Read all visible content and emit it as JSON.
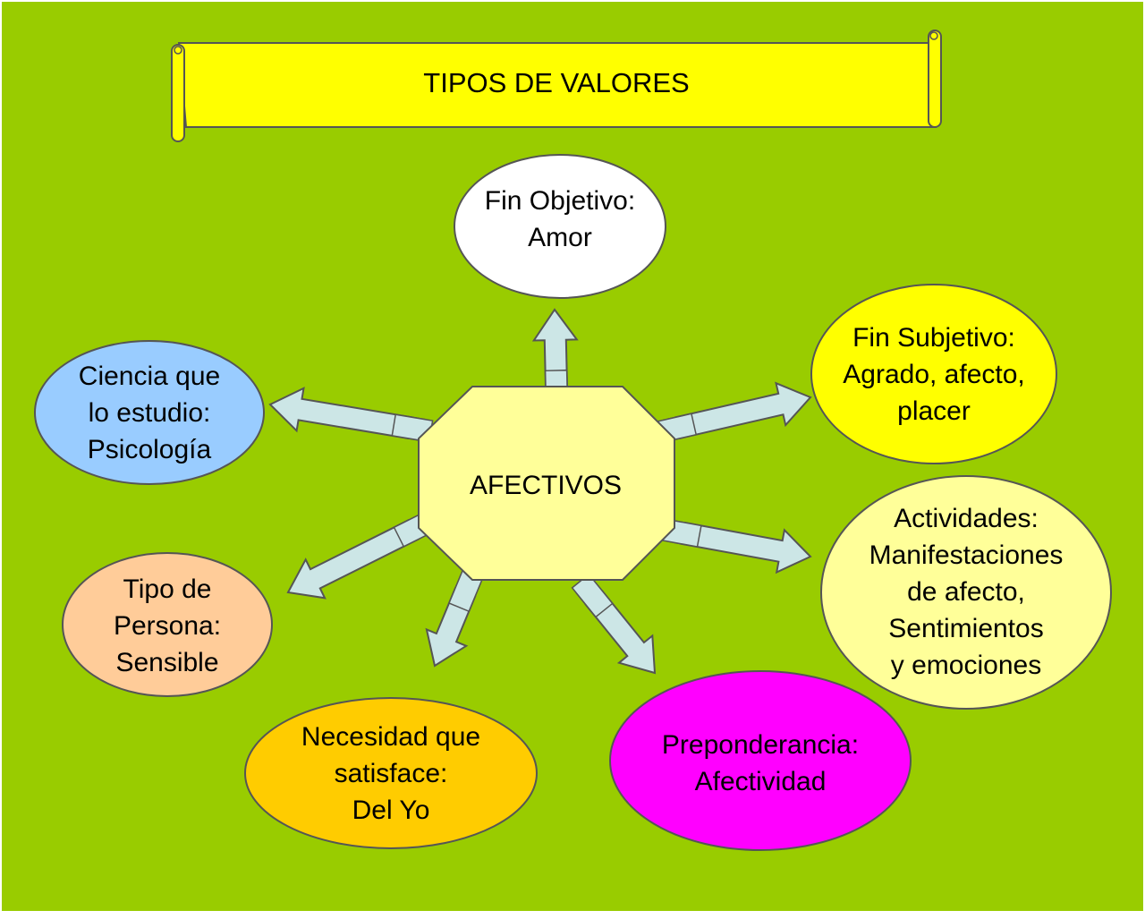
{
  "title": "TIPOS DE VALORES",
  "center": "AFECTIVOS",
  "nodes": {
    "fin_objetivo": [
      "Fin Objetivo:",
      "Amor"
    ],
    "fin_subjetivo": [
      "Fin Subjetivo:",
      "Agrado, afecto,",
      "placer"
    ],
    "ciencia": [
      "Ciencia que",
      "lo estudio:",
      "Psicología"
    ],
    "actividades": [
      "Actividades:",
      "Manifestaciones",
      "de afecto,",
      "Sentimientos",
      "y emociones"
    ],
    "tipo_persona": [
      "Tipo de",
      "Persona:",
      "Sensible"
    ],
    "necesidad": [
      "Necesidad que",
      "satisface:",
      "Del Yo"
    ],
    "preponderancia": [
      "Preponderancia:",
      "Afectividad"
    ]
  },
  "colors": {
    "background": "#99cc00",
    "banner": "#ffff00",
    "center": "#ffff99",
    "arrow": "#cce6e6",
    "fin_objetivo": "#ffffff",
    "fin_subjetivo": "#ffff00",
    "ciencia": "#99ccff",
    "actividades": "#ffff99",
    "tipo_persona": "#ffcc99",
    "necesidad": "#ffcc00",
    "preponderancia": "#ff00ff"
  }
}
